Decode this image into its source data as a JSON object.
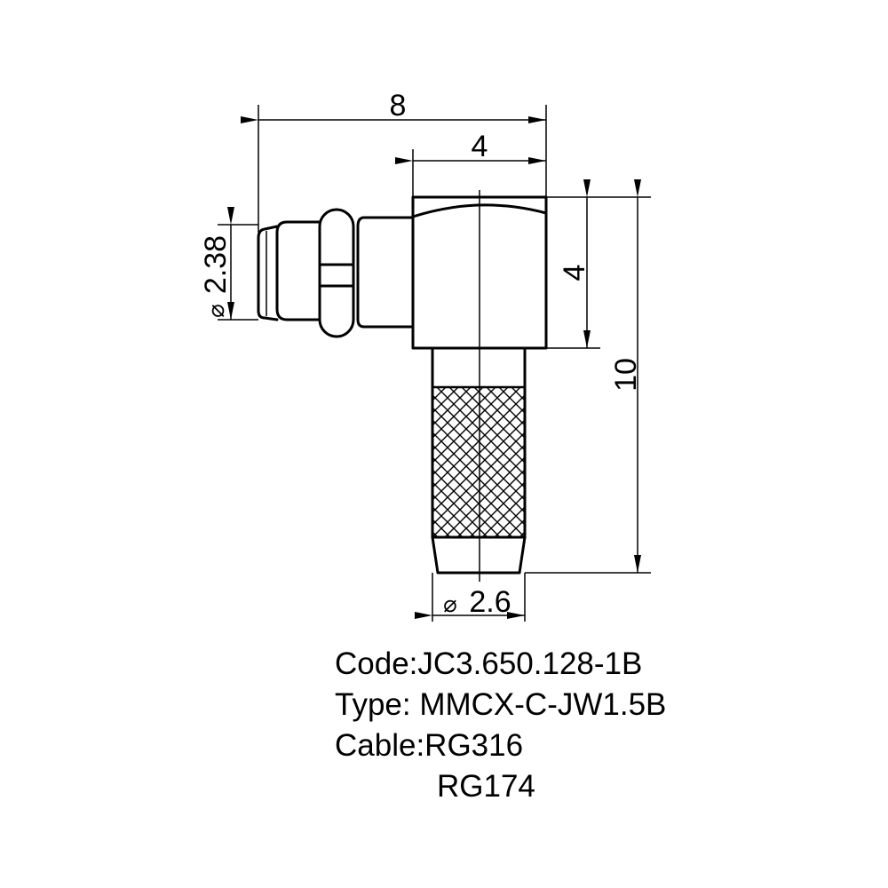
{
  "dimensions": {
    "overall_width": "8",
    "body_width": "4",
    "body_height": "4",
    "overall_height": "10",
    "pin_diameter": "2.38",
    "crimp_diameter": "2.6",
    "diameter_symbol": "⌀"
  },
  "info": {
    "code": "Code:JC3.650.128-1B",
    "type": "Type: MMCX-C-JW1.5B",
    "cable_1": "Cable:RG316",
    "cable_2": "RG174"
  }
}
